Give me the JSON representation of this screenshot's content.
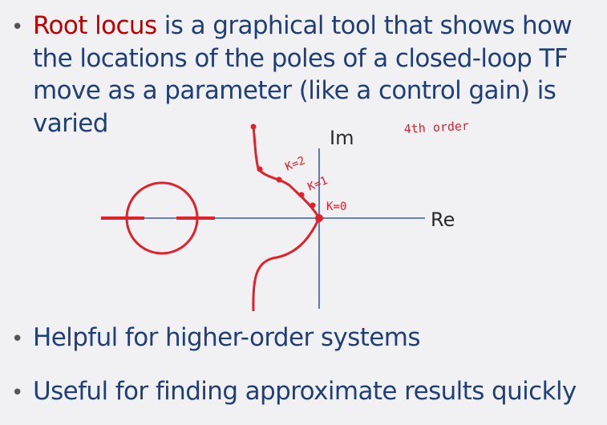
{
  "bullets": [
    {
      "highlight": "Root locus",
      "text": " is a graphical tool that shows how the locations of the poles of a closed-loop TF move as a parameter (like a control gain) is varied"
    },
    {
      "text": "Helpful for higher-order systems"
    },
    {
      "text": "Useful for finding approximate results quickly"
    }
  ],
  "diagram": {
    "im_label": "Im",
    "re_label": "Re",
    "annotations": {
      "order": "4th order",
      "k2": "K=2",
      "k1": "K=1",
      "k0": "K=0"
    },
    "colors": {
      "ink": "#e0202a",
      "axis": "#3b5fa8",
      "text": "#1f3f78"
    }
  }
}
